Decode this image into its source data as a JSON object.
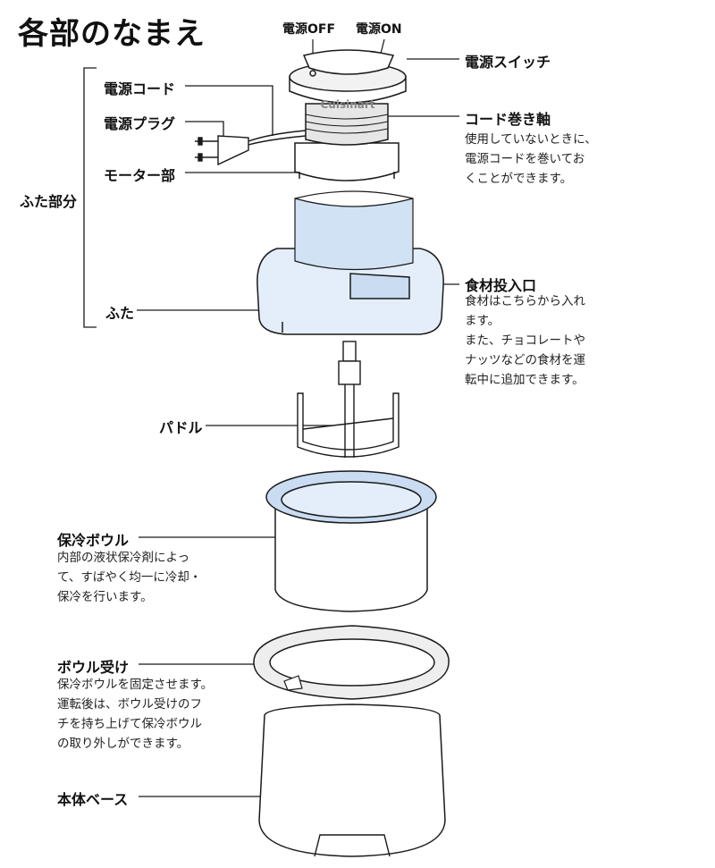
{
  "title": "各部のなまえ",
  "switch_labels": {
    "off": "電源OFF",
    "on": "電源ON"
  },
  "brand_logo": "Cuisinart",
  "group": {
    "label": "ふた部分"
  },
  "parts": {
    "power_switch": {
      "label": "電源スイッチ"
    },
    "power_cord": {
      "label": "電源コード"
    },
    "power_plug": {
      "label": "電源プラグ"
    },
    "motor": {
      "label": "モーター部"
    },
    "cord_reel": {
      "label": "コード巻き軸",
      "desc": [
        "使用していないときに、",
        "電源コードを巻いてお",
        "くことができます。"
      ]
    },
    "feed_chute": {
      "label": "食材投入口",
      "desc": [
        "食材はこちらから入れ",
        "ます。",
        "また、チョコレートや",
        "ナッツなどの食材を運",
        "転中に追加できます。"
      ]
    },
    "lid": {
      "label": "ふた"
    },
    "paddle": {
      "label": "パドル"
    },
    "freezer_bowl": {
      "label": "保冷ボウル",
      "desc": [
        "内部の液状保冷剤によっ",
        "て、すばやく均一に冷却・",
        "保冷を行います。"
      ]
    },
    "bowl_holder": {
      "label": "ボウル受け",
      "desc": [
        "保冷ボウルを固定させます。",
        "運転後は、ボウル受けのフ",
        "チを持ち上げて保冷ボウル",
        "の取り外しができます。"
      ]
    },
    "base": {
      "label": "本体ベース"
    }
  },
  "colors": {
    "line": "#1a1a1a",
    "bowl_blue": "#c9dcf2",
    "light_blue": "#e3eefa",
    "gray": "#d9d9d9"
  }
}
